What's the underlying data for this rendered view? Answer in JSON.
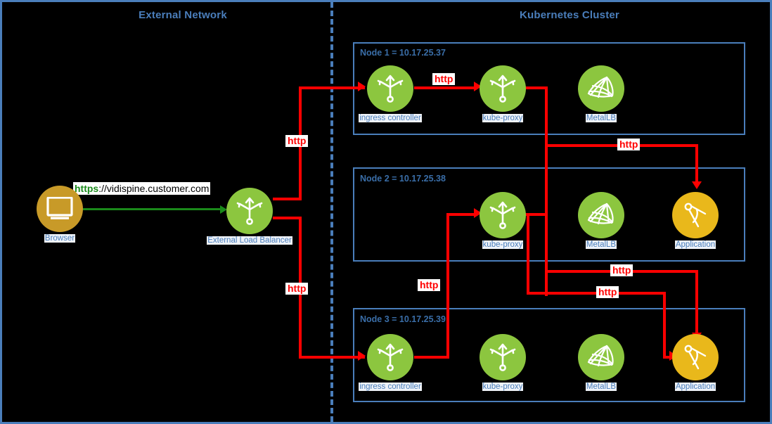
{
  "zones": [
    {
      "id": "external-network",
      "title": "External Network"
    },
    {
      "id": "kubernetes-cluster",
      "title": "Kubernetes Cluster"
    }
  ],
  "nodes": [
    {
      "id": "node1",
      "label": "Node 1 = 10.17.25.37"
    },
    {
      "id": "node2",
      "label": "Node 2 = 10.17.25.38"
    },
    {
      "id": "node3",
      "label": "Node 3 = 10.17.25.39"
    }
  ],
  "components": {
    "browser": {
      "label": "Browser",
      "icon": "monitor-icon",
      "color": "#c89a28"
    },
    "ext_lb": {
      "label": "External Load Balancer",
      "icon": "load-balancer-icon",
      "color": "#8cc63f"
    },
    "n1_ingress": {
      "label": "ingress controller",
      "icon": "load-balancer-icon",
      "color": "#8cc63f"
    },
    "n1_kubeproxy": {
      "label": "kube-proxy",
      "icon": "load-balancer-icon",
      "color": "#8cc63f"
    },
    "n1_metallb": {
      "label": "MetalLB",
      "icon": "mesh-net-icon",
      "color": "#8cc63f"
    },
    "n2_kubeproxy": {
      "label": "kube-proxy",
      "icon": "load-balancer-icon",
      "color": "#8cc63f"
    },
    "n2_metallb": {
      "label": "MetalLB",
      "icon": "mesh-net-icon",
      "color": "#8cc63f"
    },
    "n2_application": {
      "label": "Application",
      "icon": "compass-icon",
      "color": "#e9b81b"
    },
    "n3_ingress": {
      "label": "ingress controller",
      "icon": "load-balancer-icon",
      "color": "#8cc63f"
    },
    "n3_kubeproxy": {
      "label": "kube-proxy",
      "icon": "load-balancer-icon",
      "color": "#8cc63f"
    },
    "n3_metallb": {
      "label": "MetalLB",
      "icon": "mesh-net-icon",
      "color": "#8cc63f"
    },
    "n3_application": {
      "label": "Application",
      "icon": "compass-icon",
      "color": "#e9b81b"
    }
  },
  "edges": {
    "https_url": {
      "scheme": "https",
      "rest": "://vidispine.customer.com"
    },
    "http_labels": [
      {
        "id": "http-lb-to-node1",
        "text": "http"
      },
      {
        "id": "http-ingress-proxy-1",
        "text": "http"
      },
      {
        "id": "http-lb-to-node3",
        "text": "http"
      },
      {
        "id": "http-proxy1-to-app2",
        "text": "http"
      },
      {
        "id": "http-ingress3-proxy2",
        "text": "http"
      },
      {
        "id": "http-proxy1-to-app3",
        "text": "http"
      },
      {
        "id": "http-proxy2-to-app3",
        "text": "http"
      }
    ]
  },
  "colors": {
    "accent_blue": "#4a7ebb",
    "green_node": "#8cc63f",
    "yellow_app": "#e9b81b",
    "ochre_browser": "#c89a28",
    "red_http": "#ff0000",
    "green_https": "#1a8a1a",
    "background": "#000000"
  }
}
